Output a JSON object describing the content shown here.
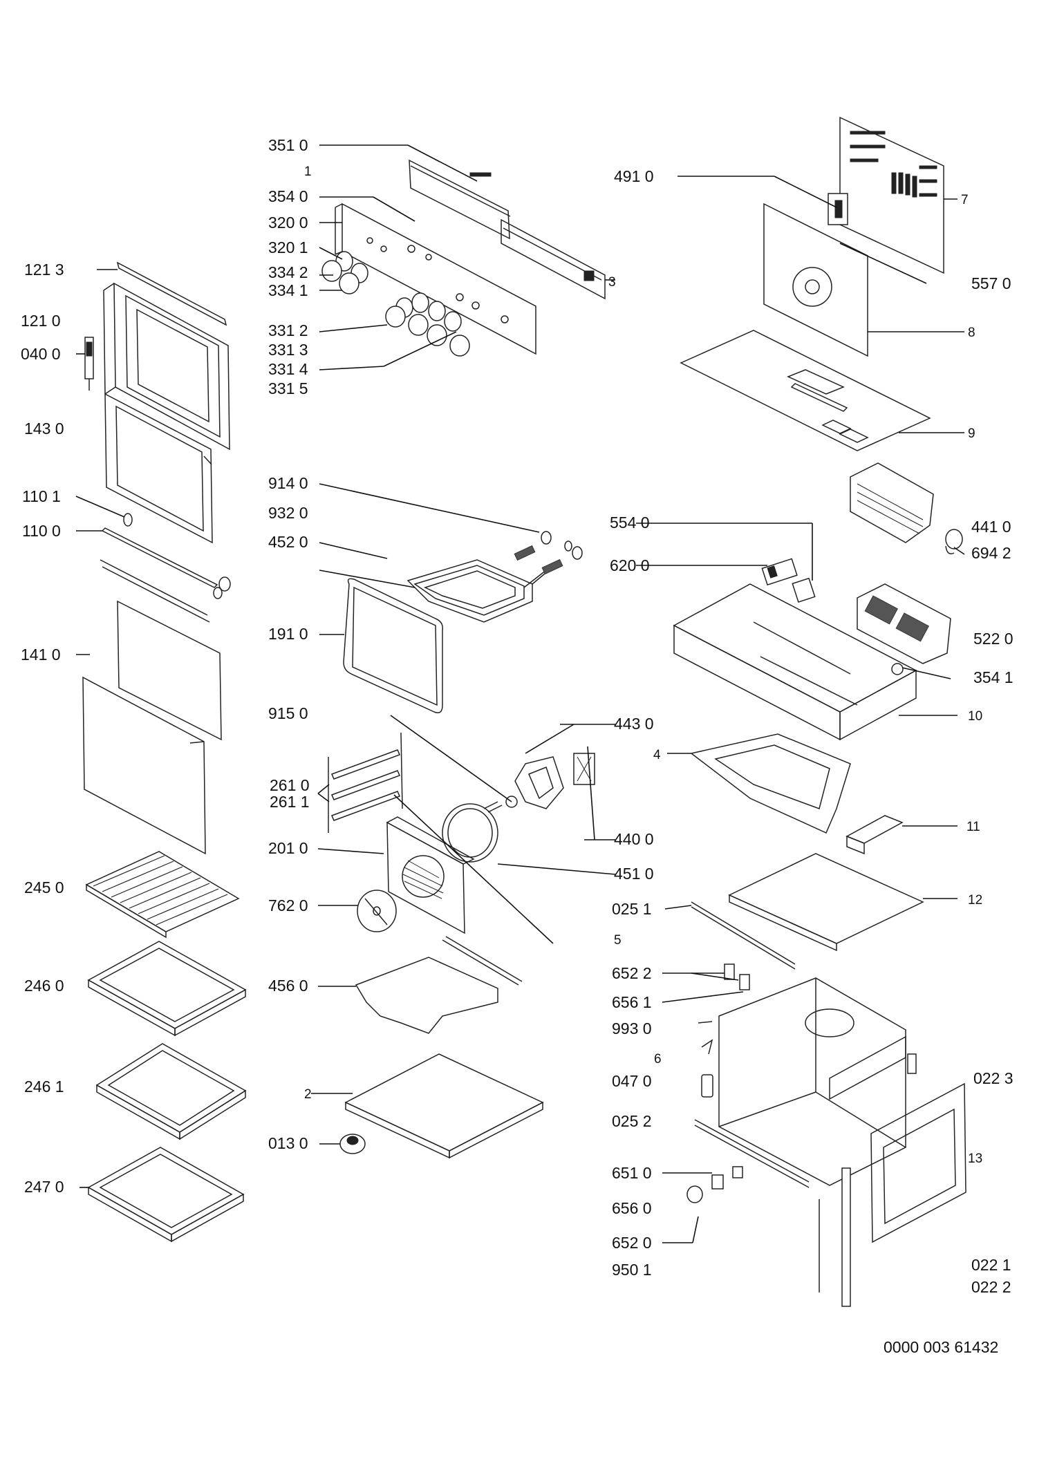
{
  "labels": {
    "l3510": "351 0",
    "l1": "1",
    "l3540": "354 0",
    "l3200": "320 0",
    "l3201": "320 1",
    "l3342": "334 2",
    "l3341": "334 1",
    "l3": "3",
    "l3312": "331 2",
    "l3313": "331 3",
    "l3314": "331 4",
    "l3315": "331 5",
    "l1213": "121 3",
    "l1210": "121 0",
    "l0400": "040 0",
    "l1430": "143 0",
    "l1101": "110 1",
    "l1100": "110 0",
    "l1410": "141 0",
    "l4910": "491 0",
    "l7": "7",
    "l5570": "557 0",
    "l8": "8",
    "l9": "9",
    "l9140": "914 0",
    "l9320": "932 0",
    "l4520": "452 0",
    "l1910": "191 0",
    "l9150": "915 0",
    "l5540": "554 0",
    "l6200": "620 0",
    "l4410": "441 0",
    "l6942": "694 2",
    "l5220": "522 0",
    "l3541": "354 1",
    "l10": "10",
    "l4": "4",
    "l4430": "443 0",
    "l4400": "440 0",
    "l4510": "451 0",
    "l2610": "261 0",
    "l2611": "261 1",
    "l2010": "201 0",
    "l7620": "762 0",
    "l11": "11",
    "l12": "12",
    "l0251": "025 1",
    "l5": "5",
    "l2450": "245 0",
    "l2460": "246 0",
    "l2461": "246 1",
    "l2470": "247 0",
    "l4560": "456 0",
    "l2": "2",
    "l0130": "013 0",
    "l6522": "652 2",
    "l6561": "656 1",
    "l9930": "993 0",
    "l6": "6",
    "l0470": "047 0",
    "l0223": "022 3",
    "l0252": "025 2",
    "l13": "13",
    "l6510": "651 0",
    "l6560": "656 0",
    "l6520": "652 0",
    "l9501": "950 1",
    "l0221": "022 1",
    "l0222": "022 2",
    "docno": "0000 003 61432"
  },
  "icons": [
    "door-frame",
    "door-glass",
    "knob",
    "control-panel",
    "heating-element",
    "fan",
    "oven-shelf",
    "baking-tray",
    "oven-cavity",
    "back-panel"
  ]
}
